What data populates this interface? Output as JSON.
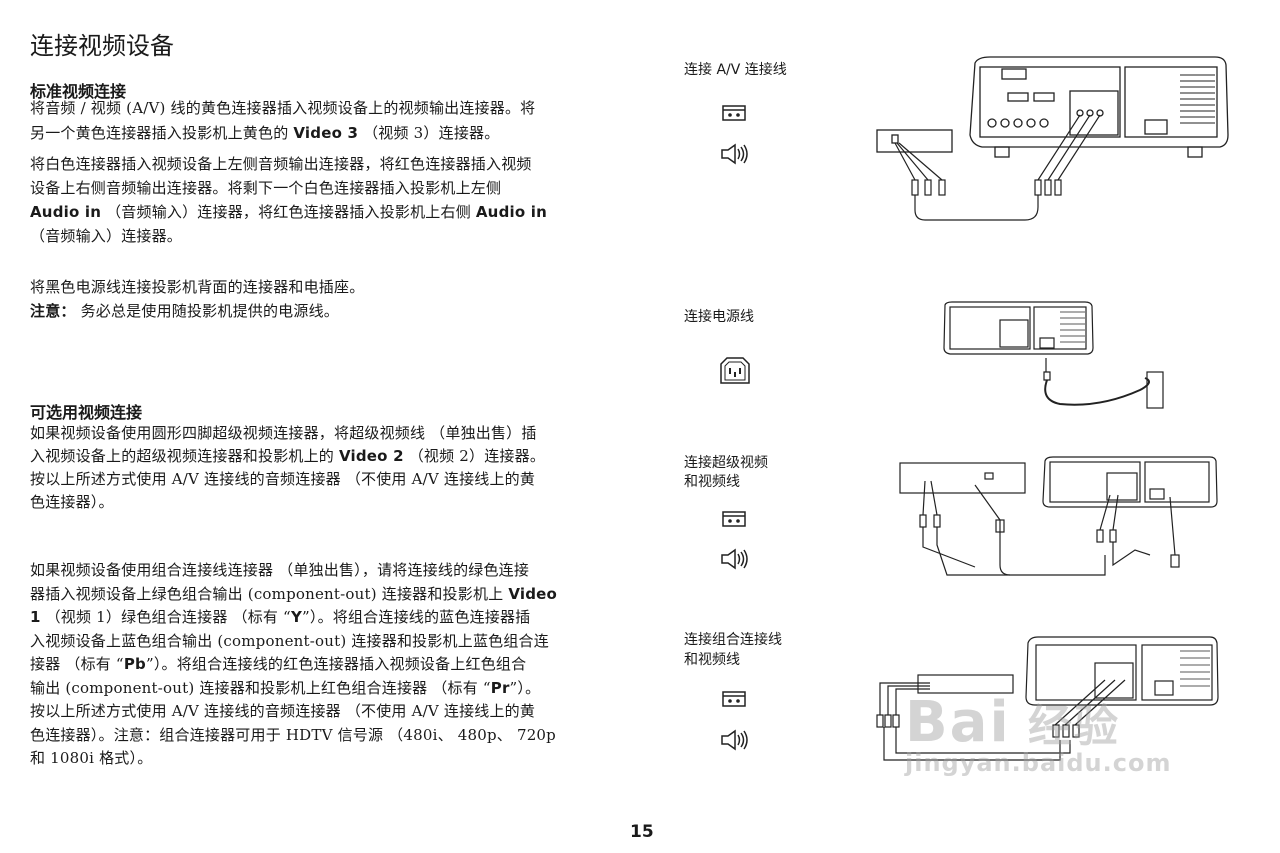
{
  "page_title": "连接视频设备",
  "sections": [
    {
      "heading": "标准视频连接",
      "paragraphs": [
        [
          [
            {
              "t": "将音频 / 视频 (A/V) 线的黄色连接器插入视频设备上的视频输出连接器。将"
            }
          ],
          [
            {
              "t": "另一个黄色连接器插入投影机上黄色的 "
            },
            {
              "t": "Video 3",
              "b": true
            },
            {
              "t": " （视频 3）连接器。"
            }
          ]
        ],
        [
          [
            {
              "t": "将白色连接器插入视频设备上左侧音频输出连接器，将红色连接器插入视频"
            }
          ],
          [
            {
              "t": "设备上右侧音频输出连接器。将剩下一个白色连接器插入投影机上左侧"
            }
          ],
          [
            {
              "t": "Audio in",
              "b": true
            },
            {
              "t": " （音频输入）连接器，将红色连接器插入投影机上右侧 "
            },
            {
              "t": "Audio in",
              "b": true
            }
          ],
          [
            {
              "t": "（音频输入）连接器。"
            }
          ]
        ],
        [
          [
            {
              "t": "将黑色电源线连接投影机背面的连接器和电插座。"
            }
          ],
          [
            {
              "t": "注意：",
              "b": true
            },
            {
              "t": "  务必总是使用随投影机提供的电源线。"
            }
          ]
        ]
      ]
    },
    {
      "heading": "可选用视频连接",
      "paragraphs": [
        [
          [
            {
              "t": "如果视频设备使用圆形四脚超级视频连接器，将超级视频线 （单独出售）插"
            }
          ],
          [
            {
              "t": "入视频设备上的超级视频连接器和投影机上的 "
            },
            {
              "t": "Video 2",
              "b": true
            },
            {
              "t": " （视频 2）连接器。"
            }
          ],
          [
            {
              "t": "按以上所述方式使用 A/V 连接线的音频连接器 （不使用 A/V 连接线上的黄"
            }
          ],
          [
            {
              "t": "色连接器）。"
            }
          ]
        ],
        [
          [
            {
              "t": "如果视频设备使用组合连接线连接器 （单独出售），请将连接线的绿色连接"
            }
          ],
          [
            {
              "t": "器插入视频设备上绿色组合输出 (component-out) 连接器和投影机上 "
            },
            {
              "t": "Video",
              "b": true
            }
          ],
          [
            {
              "t": "1",
              "b": true
            },
            {
              "t": " （视频 1）绿色组合连接器 （标有 “"
            },
            {
              "t": "Y",
              "b": true
            },
            {
              "t": "”）。将组合连接线的蓝色连接器插"
            }
          ],
          [
            {
              "t": "入视频设备上蓝色组合输出 (component-out) 连接器和投影机上蓝色组合连"
            }
          ],
          [
            {
              "t": "接器 （标有 “"
            },
            {
              "t": "Pb",
              "b": true
            },
            {
              "t": "”）。将组合连接线的红色连接器插入视频设备上红色组合"
            }
          ],
          [
            {
              "t": "输出 (component-out) 连接器和投影机上红色组合连接器 （标有 “"
            },
            {
              "t": "Pr",
              "b": true
            },
            {
              "t": "”）。"
            }
          ],
          [
            {
              "t": "按以上所述方式使用 A/V 连接线的音频连接器 （不使用 A/V 连接线上的黄"
            }
          ],
          [
            {
              "t": "色连接器）。注意：组合连接器可用于 HDTV 信号源 （480i、 480p、 720p"
            }
          ],
          [
            {
              "t": "和 1080i 格式）。"
            }
          ]
        ]
      ]
    }
  ],
  "figures": {
    "av_cable": {
      "label": "连接 A/V 连接线",
      "icons": [
        "video-icon",
        "audio-icon"
      ]
    },
    "power_cord": {
      "label": "连接电源线",
      "icons": [
        "power-icon"
      ]
    },
    "svideo": {
      "label_lines": [
        "连接超级视频",
        "和视频线"
      ],
      "icons": [
        "video-icon",
        "audio-icon"
      ]
    },
    "component": {
      "label_lines": [
        "连接组合连接线",
        "和视频线"
      ],
      "icons": [
        "video-icon",
        "audio-icon"
      ]
    }
  },
  "page_number": "15",
  "watermark": {
    "logo": "Bai 经验",
    "url": "jingyan.baidu.com"
  }
}
